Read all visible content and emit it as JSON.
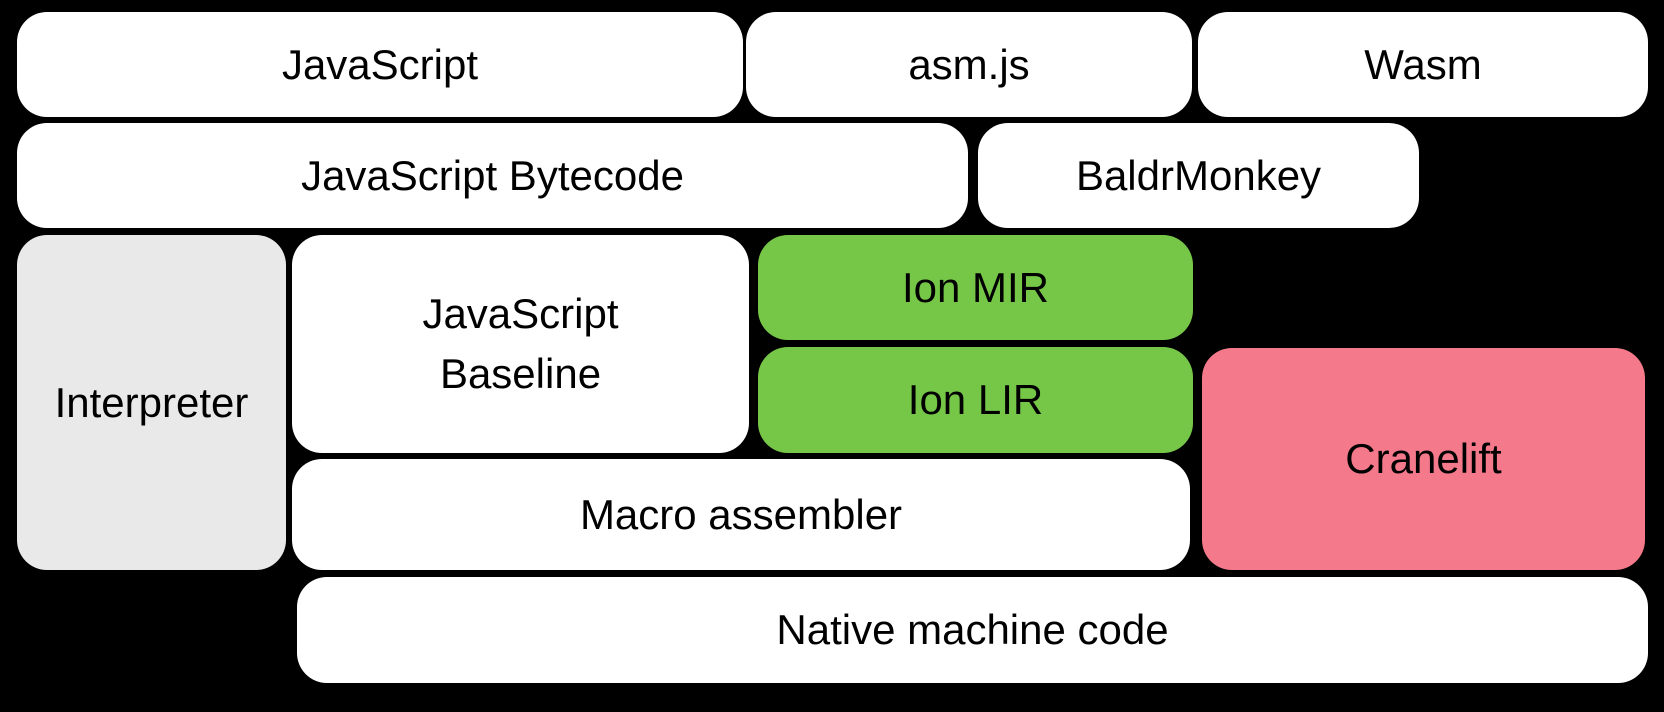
{
  "diagram": {
    "description": "Compiler pipeline diagram",
    "colors": {
      "background": "#000000",
      "box_white": "#FFFFFF",
      "box_gray": "#E9E9E9",
      "box_green": "#76C748",
      "box_pink": "#F4798A",
      "text": "#000000"
    },
    "boxes": {
      "javascript": {
        "label": "JavaScript",
        "fill": "#FFFFFF"
      },
      "asmjs": {
        "label": "asm.js",
        "fill": "#FFFFFF"
      },
      "wasm": {
        "label": "Wasm",
        "fill": "#FFFFFF"
      },
      "bytecode": {
        "label": "JavaScript Bytecode",
        "fill": "#FFFFFF"
      },
      "baldrmonkey": {
        "label": "BaldrMonkey",
        "fill": "#FFFFFF"
      },
      "interpreter": {
        "label": "Interpreter",
        "fill": "#E9E9E9"
      },
      "baseline": {
        "label": "JavaScript Baseline",
        "lines": [
          "JavaScript",
          "Baseline"
        ],
        "fill": "#FFFFFF"
      },
      "ion_mir": {
        "label": "Ion MIR",
        "fill": "#76C748"
      },
      "ion_lir": {
        "label": "Ion LIR",
        "fill": "#76C748"
      },
      "cranelift": {
        "label": "Cranelift",
        "fill": "#F4798A"
      },
      "macro_assembler": {
        "label": "Macro assembler",
        "fill": "#FFFFFF"
      },
      "native_machine_code": {
        "label": "Native machine code",
        "fill": "#FFFFFF"
      }
    }
  }
}
